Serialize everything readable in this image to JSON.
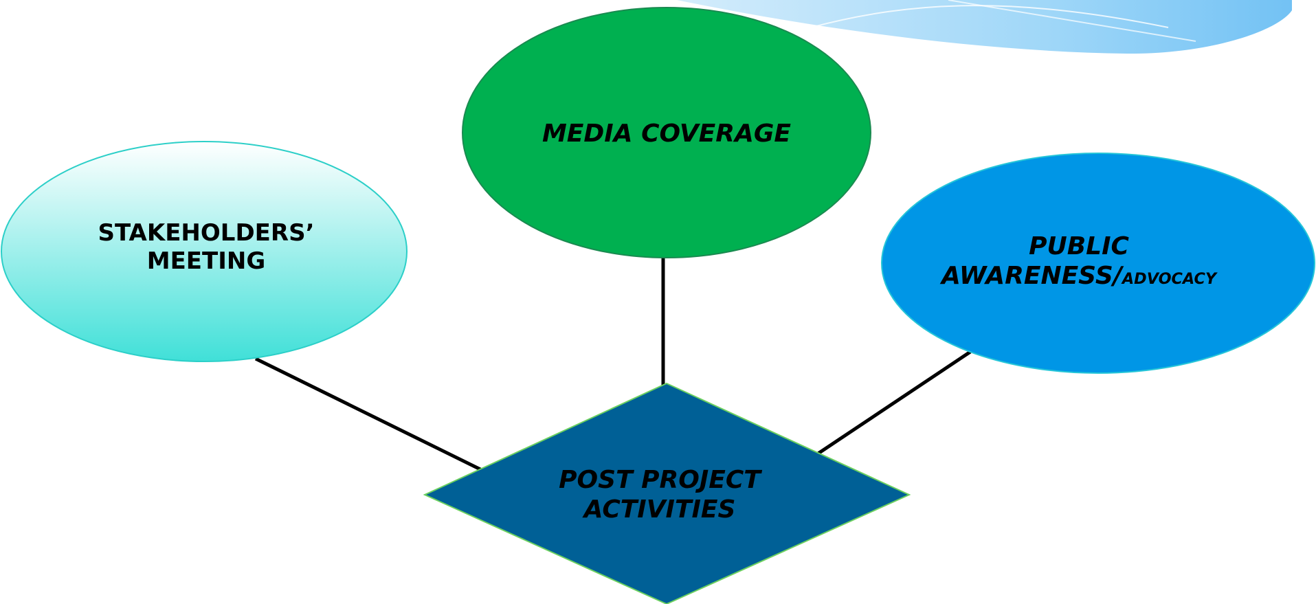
{
  "colors": {
    "background": "#ffffff",
    "stakeholders_fill_top": "#ffffff",
    "stakeholders_fill_bottom": "#40e0d8",
    "stakeholders_stroke": "#2ccfc8",
    "media_fill": "#00b050",
    "media_stroke": "#1a8a50",
    "public_fill": "#0096e6",
    "public_stroke": "#26c6d8",
    "post_fill": "#006096",
    "post_stroke": "#6cd060",
    "connector": "#000000",
    "swoosh_light": "#cce9fb",
    "swoosh_mid": "#8fd0f7",
    "swoosh_dark": "#5ab7f2"
  },
  "nodes": {
    "stakeholders": {
      "line1": "STAKEHOLDERS’",
      "line2": "MEETING"
    },
    "media": {
      "text": "MEDIA COVERAGE"
    },
    "public": {
      "line1": "PUBLIC",
      "line2_main": "AWARENESS/",
      "line2_tail": "ADVOCACY"
    },
    "post": {
      "line1": "POST PROJECT",
      "line2": "ACTIVITIES"
    }
  }
}
